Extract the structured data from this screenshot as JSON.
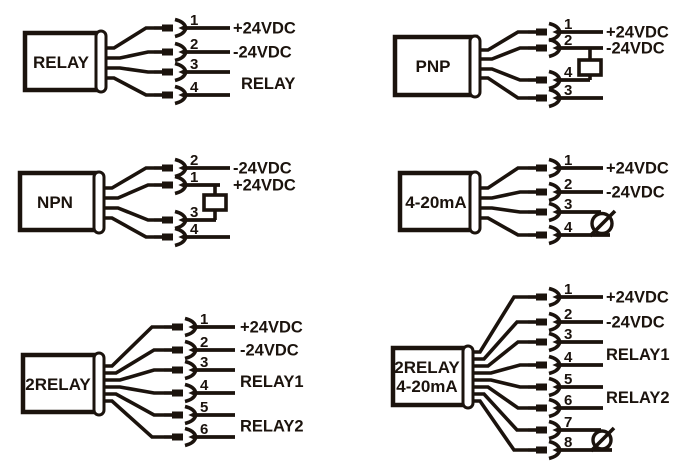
{
  "background": "#ffffff",
  "ink_color": "#1b130d",
  "diagrams": [
    {
      "id": "relay",
      "box_label": "RELAY",
      "pins": [
        {
          "num": "1",
          "label": "+24VDC"
        },
        {
          "num": "2",
          "label": "-24VDC"
        },
        {
          "num": "3",
          "label": ""
        },
        {
          "num": "4",
          "label": ""
        }
      ],
      "pair_labels": [
        {
          "text": "RELAY",
          "between_pins": "3-4"
        }
      ]
    },
    {
      "id": "pnp",
      "box_label": "PNP",
      "pins": [
        {
          "num": "1",
          "label": "+24VDC"
        },
        {
          "num": "2",
          "label": "-24VDC"
        },
        {
          "num": "4",
          "label": ""
        },
        {
          "num": "3",
          "label": ""
        }
      ],
      "load_between_pins": "2-4"
    },
    {
      "id": "npn",
      "box_label": "NPN",
      "pins": [
        {
          "num": "2",
          "label": "-24VDC"
        },
        {
          "num": "1",
          "label": "+24VDC"
        },
        {
          "num": "3",
          "label": ""
        },
        {
          "num": "4",
          "label": ""
        }
      ],
      "load_between_pins": "1-3"
    },
    {
      "id": "4-20mA",
      "box_label": "4-20mA",
      "pins": [
        {
          "num": "1",
          "label": "+24VDC"
        },
        {
          "num": "2",
          "label": "-24VDC"
        },
        {
          "num": "3",
          "label": ""
        },
        {
          "num": "4",
          "label": ""
        }
      ],
      "meter_between_pins": "3-4"
    },
    {
      "id": "2relay",
      "box_label": "2RELAY",
      "pins": [
        {
          "num": "1",
          "label": "+24VDC"
        },
        {
          "num": "2",
          "label": "-24VDC"
        },
        {
          "num": "3",
          "label": ""
        },
        {
          "num": "4",
          "label": ""
        },
        {
          "num": "5",
          "label": ""
        },
        {
          "num": "6",
          "label": ""
        }
      ],
      "pair_labels": [
        {
          "text": "RELAY1",
          "between_pins": "3-4"
        },
        {
          "text": "RELAY2",
          "between_pins": "5-6"
        }
      ]
    },
    {
      "id": "2relay-4-20mA",
      "box_label_line1": "2RELAY",
      "box_label_line2": "4-20mA",
      "pins": [
        {
          "num": "1",
          "label": "+24VDC"
        },
        {
          "num": "2",
          "label": "-24VDC"
        },
        {
          "num": "3",
          "label": ""
        },
        {
          "num": "4",
          "label": ""
        },
        {
          "num": "5",
          "label": ""
        },
        {
          "num": "6",
          "label": ""
        },
        {
          "num": "7",
          "label": ""
        },
        {
          "num": "8",
          "label": ""
        }
      ],
      "pair_labels": [
        {
          "text": "RELAY1",
          "between_pins": "3-4"
        },
        {
          "text": "RELAY2",
          "between_pins": "5-6"
        }
      ],
      "meter_between_pins": "7-8"
    }
  ]
}
